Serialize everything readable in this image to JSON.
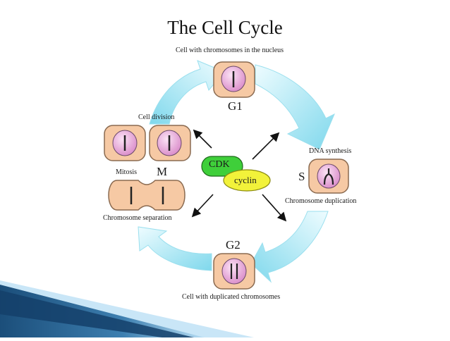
{
  "title": "The Cell Cycle",
  "labels": {
    "g1_caption": "Cell with chromosomes in the nucleus",
    "g1": "G1",
    "s_caption": "DNA synthesis",
    "s": "S",
    "s_caption2": "Chromosome duplication",
    "g2": "G2",
    "g2_caption": "Cell with duplicated chromosomes",
    "m": "M",
    "mitosis": "Mitosis",
    "cell_division": "Cell division",
    "separation": "Chromosome separation",
    "cdk": "CDK",
    "cyclin": "cyclin"
  },
  "colors": {
    "cell_fill": "#f6c9a4",
    "cell_stroke": "#8a6a50",
    "nucleus_fill": "#e79ad6",
    "cdk": "#3fcf3a",
    "cyclin": "#f2f23a",
    "arrow_light": "#e6fbff",
    "arrow_dark": "#7fd8ec",
    "corner_dark": "#1b4e7a",
    "corner_light": "#9fd2f0"
  }
}
